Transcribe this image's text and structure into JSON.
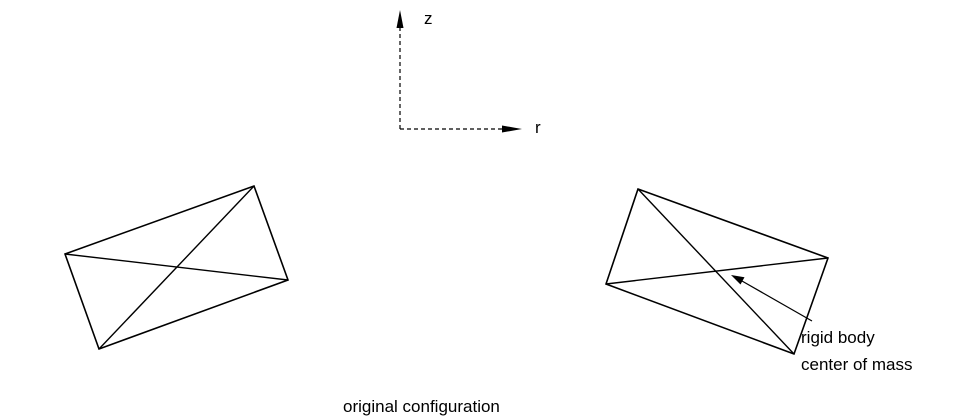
{
  "axes": {
    "z_label": "z",
    "r_label": "r"
  },
  "annotation": {
    "line1": "rigid body",
    "line2": "center of mass"
  },
  "caption": "original configuration",
  "colors": {
    "ink": "#000000",
    "background": "#ffffff"
  }
}
